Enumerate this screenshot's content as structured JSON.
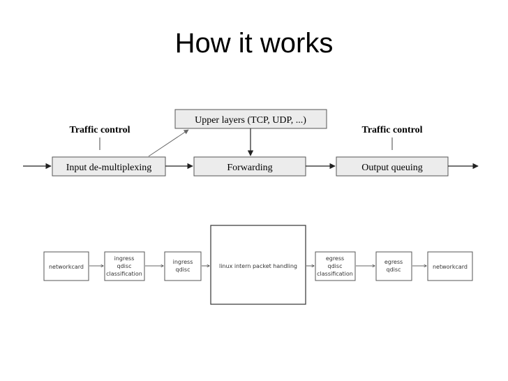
{
  "slide": {
    "title": "How it works"
  },
  "top_diagram": {
    "traffic_control_left": "Traffic control",
    "traffic_control_right": "Traffic control",
    "upper_layers": "Upper layers (TCP, UDP, ...)",
    "input_demux": "Input de-multiplexing",
    "forwarding": "Forwarding",
    "output_queuing": "Output queuing"
  },
  "bottom_diagram": {
    "networkcard_in": "networkcard",
    "ingress_classification": [
      "ingress",
      "qdisc",
      "classification"
    ],
    "ingress_qdisc": [
      "ingress",
      "qdisc"
    ],
    "packet_handling": "linux intern packet handling",
    "egress_classification": [
      "egress",
      "qdisc",
      "classification"
    ],
    "egress_qdisc": [
      "egress",
      "qdisc"
    ],
    "networkcard_out": "networkcard"
  }
}
